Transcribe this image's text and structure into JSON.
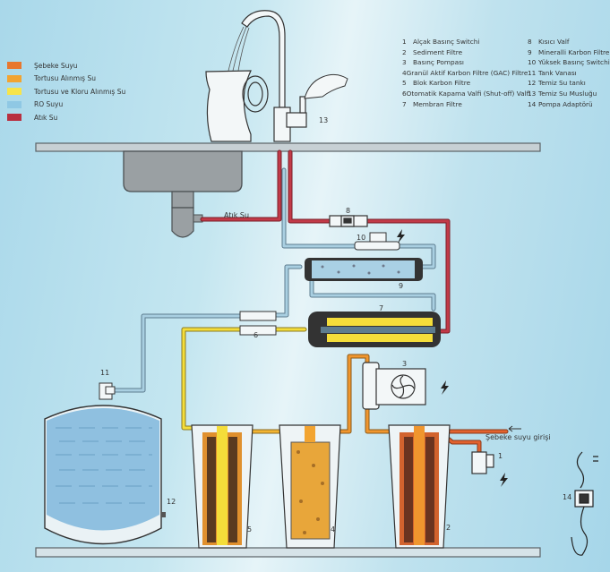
{
  "legend": [
    {
      "label": "Şebeke Suyu",
      "color": "#e8772e"
    },
    {
      "label": "Tortusu Alınmış Su",
      "color": "#f2a431"
    },
    {
      "label": "Tortusu ve Kloru Alınmış Su",
      "color": "#f7e44a"
    },
    {
      "label": "RO Suyu",
      "color": "#8fc8e4"
    },
    {
      "label": "Atık Su",
      "color": "#b83040"
    }
  ],
  "components": [
    {
      "num": "1",
      "name": "Alçak Basınç Switchi"
    },
    {
      "num": "2",
      "name": "Sediment Filtre"
    },
    {
      "num": "3",
      "name": "Basınç Pompası"
    },
    {
      "num": "4",
      "name": "Granül Aktif Karbon Filtre (GAC) Filtre"
    },
    {
      "num": "5",
      "name": "Blok Karbon Filtre"
    },
    {
      "num": "6",
      "name": "Otomatik Kapama Valfi (Shut-off) Valfi"
    },
    {
      "num": "7",
      "name": "Membran Filtre"
    },
    {
      "num": "8",
      "name": "Kısıcı Valf"
    },
    {
      "num": "9",
      "name": "Mineralli Karbon Filtre"
    },
    {
      "num": "10",
      "name": "Yüksek Basınç Switchi"
    },
    {
      "num": "11",
      "name": "Tank Vanası"
    },
    {
      "num": "12",
      "name": "Temiz Su tankı"
    },
    {
      "num": "13",
      "name": "Temiz Su Musluğu"
    },
    {
      "num": "14",
      "name": "Pompa Adaptörü"
    }
  ],
  "labels": {
    "waste_water": "Atık Su",
    "mains_inlet": "Şebeke suyu girişi",
    "n1": "1",
    "n2": "2",
    "n3": "3",
    "n4": "4",
    "n5": "5",
    "n6": "6",
    "n7": "7",
    "n8": "8",
    "n9": "9",
    "n10": "10",
    "n11": "11",
    "n12": "12",
    "n13": "13",
    "n14": "14"
  },
  "colors": {
    "mains": "#e8772e",
    "sediment_free": "#f2a431",
    "chlorine_free": "#f7e44a",
    "ro": "#8fc8e4",
    "waste": "#b83040",
    "outline": "#3a3a3a",
    "counter": "#b9c2c6"
  }
}
